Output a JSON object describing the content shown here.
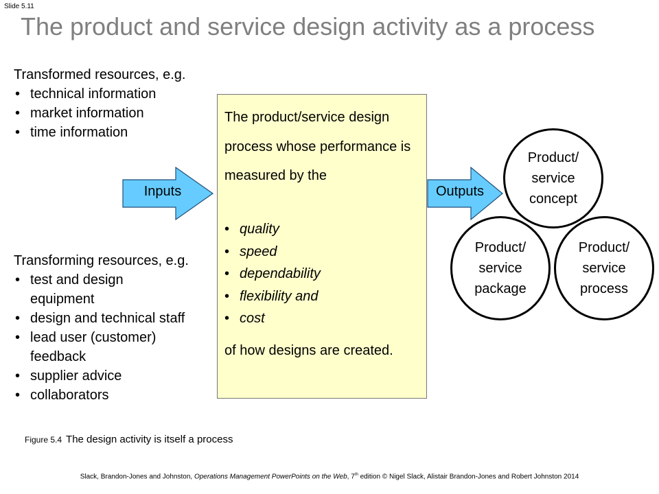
{
  "slide_number": "Slide 5.11",
  "title": "The product and service design activity as a process",
  "transformed": {
    "heading": "Transformed resources, e.g.",
    "items": [
      "technical information",
      "market information",
      "time information"
    ]
  },
  "transforming": {
    "heading": "Transforming resources, e.g.",
    "items": [
      "test and design equipment",
      "design and technical staff",
      "lead user (customer) feedback",
      "supplier advice",
      "collaborators"
    ]
  },
  "process": {
    "intro": "The product/service design process whose performance is measured by  the",
    "measures": [
      "quality",
      "speed",
      "dependability",
      "flexibility and",
      "cost"
    ],
    "outro": "of how designs are created."
  },
  "arrows": {
    "inputs_label": "Inputs",
    "outputs_label": "Outputs",
    "fill_color": "#66ccff"
  },
  "outputs": [
    "Product/ service concept",
    "Product/ service package",
    "Product/ service process"
  ],
  "figure_caption": {
    "number": "Figure 5.4",
    "text": "The design activity is itself a process"
  },
  "footer": {
    "before_italic": "Slack, Brandon-Jones and Johnston, ",
    "italic": "Operations Management PowerPoints on the Web",
    "edition_num": ", 7",
    "edition_sup": "th",
    "after": " edition © Nigel Slack, Alistair Brandon-Jones and Robert Johnston 2014"
  }
}
